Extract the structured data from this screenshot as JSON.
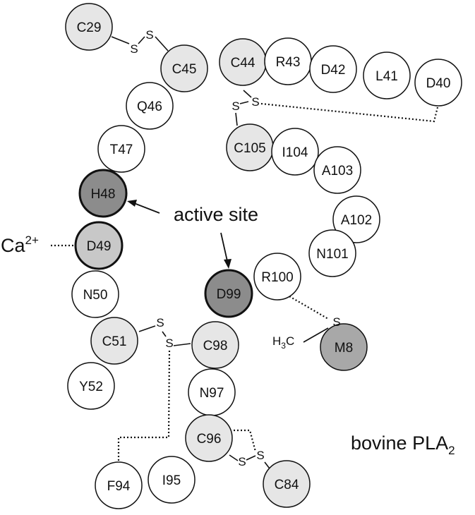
{
  "title": "bovine PLA",
  "title_sub": "2",
  "active_site_label": "active site",
  "calcium_label": "Ca",
  "calcium_charge": "2+",
  "methyl_label": "H",
  "methyl_sub": "3",
  "methyl_c": "C",
  "sulfur": "S",
  "colors": {
    "none": "#ffffff",
    "cysteine": "#e6e6e6",
    "ca_binding": "#c8c8c8",
    "active": "#8c8c8c",
    "inhibitor": "#a8a8a8",
    "outline": "#111111"
  },
  "residues": [
    {
      "id": "C29",
      "label": "C29",
      "type": "cysteine"
    },
    {
      "id": "C45",
      "label": "C45",
      "type": "cysteine"
    },
    {
      "id": "C44",
      "label": "C44",
      "type": "cysteine"
    },
    {
      "id": "R43",
      "label": "R43",
      "type": "none"
    },
    {
      "id": "D42",
      "label": "D42",
      "type": "none"
    },
    {
      "id": "L41",
      "label": "L41",
      "type": "none"
    },
    {
      "id": "D40",
      "label": "D40",
      "type": "none"
    },
    {
      "id": "Q46",
      "label": "Q46",
      "type": "none"
    },
    {
      "id": "T47",
      "label": "T47",
      "type": "none"
    },
    {
      "id": "H48",
      "label": "H48",
      "type": "active"
    },
    {
      "id": "D49",
      "label": "D49",
      "type": "ca_binding"
    },
    {
      "id": "N50",
      "label": "N50",
      "type": "none"
    },
    {
      "id": "C51",
      "label": "C51",
      "type": "cysteine"
    },
    {
      "id": "Y52",
      "label": "Y52",
      "type": "none"
    },
    {
      "id": "C105",
      "label": "C105",
      "type": "cysteine"
    },
    {
      "id": "I104",
      "label": "I104",
      "type": "none"
    },
    {
      "id": "A103",
      "label": "A103",
      "type": "none"
    },
    {
      "id": "A102",
      "label": "A102",
      "type": "none"
    },
    {
      "id": "N101",
      "label": "N101",
      "type": "none"
    },
    {
      "id": "R100",
      "label": "R100",
      "type": "none"
    },
    {
      "id": "D99",
      "label": "D99",
      "type": "active"
    },
    {
      "id": "C98",
      "label": "C98",
      "type": "cysteine"
    },
    {
      "id": "N97",
      "label": "N97",
      "type": "none"
    },
    {
      "id": "C96",
      "label": "C96",
      "type": "cysteine"
    },
    {
      "id": "I95",
      "label": "I95",
      "type": "none"
    },
    {
      "id": "F94",
      "label": "F94",
      "type": "none"
    },
    {
      "id": "C84",
      "label": "C84",
      "type": "cysteine"
    },
    {
      "id": "M8",
      "label": "M8",
      "type": "inhibitor"
    }
  ]
}
